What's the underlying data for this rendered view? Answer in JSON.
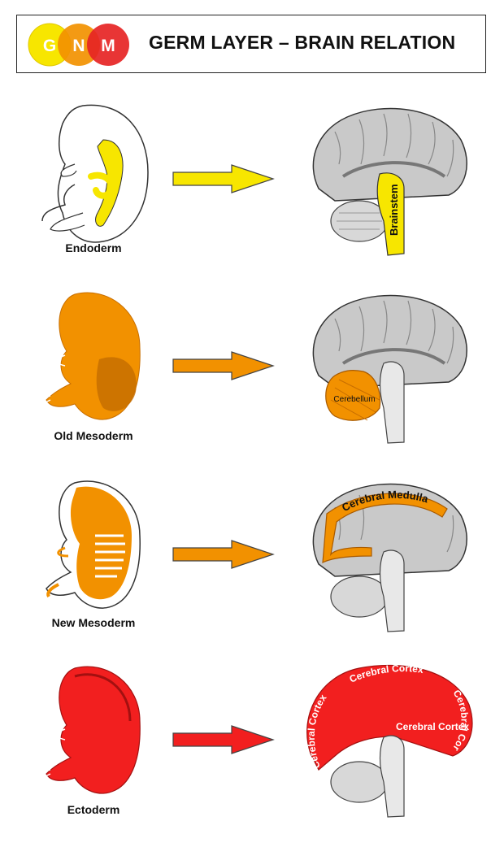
{
  "header": {
    "logo_letters": [
      "G",
      "N",
      "M"
    ],
    "title": "GERM LAYER – BRAIN RELATION"
  },
  "colors": {
    "endoderm": "#f7e600",
    "old_mesoderm": "#f29100",
    "new_mesoderm": "#f29100",
    "ectoderm": "#f21f1f",
    "brain_gray": "#c9c9c9",
    "logo_g": "#f7e600",
    "logo_n": "#f29100",
    "logo_m": "#e62424"
  },
  "rows": [
    {
      "layer": "Endoderm",
      "brain_label": "Brainstem",
      "color": "#f7e600",
      "icon": "endoderm-embryo-icon"
    },
    {
      "layer": "Old Mesoderm",
      "brain_label": "Cerebellum",
      "color": "#f29100",
      "icon": "old-mesoderm-embryo-icon"
    },
    {
      "layer": "New Mesoderm",
      "brain_label": "Cerebral Medulla",
      "color": "#f29100",
      "icon": "new-mesoderm-embryo-icon"
    },
    {
      "layer": "Ectoderm",
      "brain_labels": [
        "Cerebral Cortex",
        "Cerebral Cortex",
        "Cerebral Cortex",
        "Cerebral Cortex"
      ],
      "color": "#f21f1f",
      "icon": "ectoderm-embryo-icon"
    }
  ]
}
